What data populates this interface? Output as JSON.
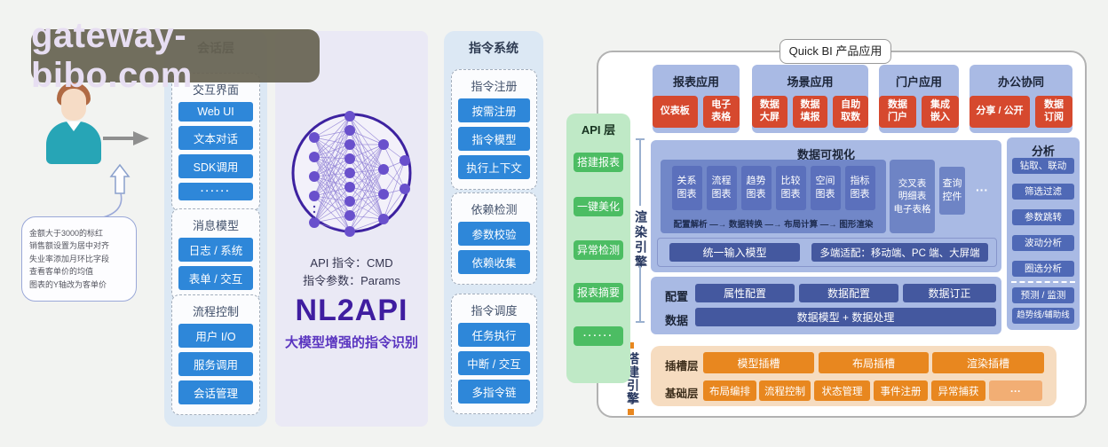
{
  "watermark": {
    "text": "gateway-bibo.com"
  },
  "actor": {
    "bubble": {
      "line1": "金额大于3000的标红",
      "line2": "销售额设置为居中对齐",
      "line3": "失业率添加月环比字段",
      "line4": "查看客单价的均值",
      "line5": "图表的Y轴改为客单价"
    }
  },
  "session_layer": {
    "title": "会话层",
    "sections": [
      {
        "title": "交互界面",
        "items": [
          "Web UI",
          "文本对话",
          "SDK调用",
          "······"
        ]
      },
      {
        "title": "消息模型",
        "items": [
          "日志 / 系统",
          "表单 / 交互"
        ]
      },
      {
        "title": "流程控制",
        "items": [
          "用户 I/O",
          "服务调用",
          "会话管理"
        ]
      }
    ]
  },
  "nl2api": {
    "cmd_line": "API 指令：CMD",
    "param_line": "指令参数：Params",
    "title": "NL2API",
    "subtitle": "大模型增强的指令识别"
  },
  "command_system": {
    "title": "指令系统",
    "sections": [
      {
        "title": "指令注册",
        "items": [
          "按需注册",
          "指令模型",
          "执行上下文"
        ]
      },
      {
        "title": "依赖检测",
        "items": [
          "参数校验",
          "依赖收集"
        ]
      },
      {
        "title": "指令调度",
        "items": [
          "任务执行",
          "中断 / 交互",
          "多指令链"
        ]
      }
    ]
  },
  "quickbi": {
    "title": "Quick BI 产品应用",
    "api_layer": {
      "title": "API 层",
      "items": [
        "搭建报表",
        "一键美化",
        "异常检测",
        "报表摘要",
        "······"
      ]
    },
    "render_engine": "渲染引擎",
    "build_engine": "搭建引擎",
    "apps": [
      {
        "title": "报表应用",
        "tiles": [
          "仪表板",
          "电子\n表格"
        ]
      },
      {
        "title": "场景应用",
        "tiles": [
          "数据\n大屏",
          "数据\n填报",
          "自助\n取数"
        ]
      },
      {
        "title": "门户应用",
        "tiles": [
          "数据\n门户",
          "集成\n嵌入"
        ]
      },
      {
        "title": "办公协同",
        "tiles": [
          "分享 / 公开",
          "数据\n订阅"
        ]
      }
    ],
    "dataviz": {
      "title": "数据可视化",
      "chart_tiles": [
        "关系\n图表",
        "流程\n图表",
        "趋势\n图表",
        "比较\n图表",
        "空间\n图表",
        "指标\n图表"
      ],
      "pipeline": "配置解析 —→ 数据转换 —→ 布局计算 —→ 图形渲染",
      "cross_table": "交叉表\n明细表\n电子表格",
      "query_widget": "查询\n控件",
      "more": "···",
      "unified_input": "统一输入模型",
      "multi_device": "多端适配：移动端、PC 端、大屏端"
    },
    "config_row": {
      "label": "配置",
      "tiles": [
        "属性配置",
        "数据配置",
        "数据订正"
      ]
    },
    "data_row": {
      "label": "数据",
      "tiles": [
        "数据模型 + 数据处理"
      ]
    },
    "analysis": {
      "title": "分析",
      "items": [
        "钻取、联动",
        "筛选过滤",
        "参数跳转",
        "波动分析",
        "圈选分析"
      ],
      "more_items": [
        "预测 / 监测",
        "趋势线/辅助线"
      ]
    },
    "builder": {
      "slot_row": {
        "label": "插槽层",
        "tiles": [
          "模型插槽",
          "布局插槽",
          "渲染插槽"
        ]
      },
      "base_row": {
        "label": "基础层",
        "tiles": [
          "布局编排",
          "流程控制",
          "状态管理",
          "事件注册",
          "异常捕获",
          "···"
        ]
      }
    }
  },
  "colors": {
    "accent_blue": "#2e87d9",
    "periwinkle": "#a9bae4",
    "deep_blue": "#44589f",
    "red": "#d6492e",
    "green": "#4cbd63",
    "orange": "#e8871f",
    "purple": "#3f1da0"
  }
}
